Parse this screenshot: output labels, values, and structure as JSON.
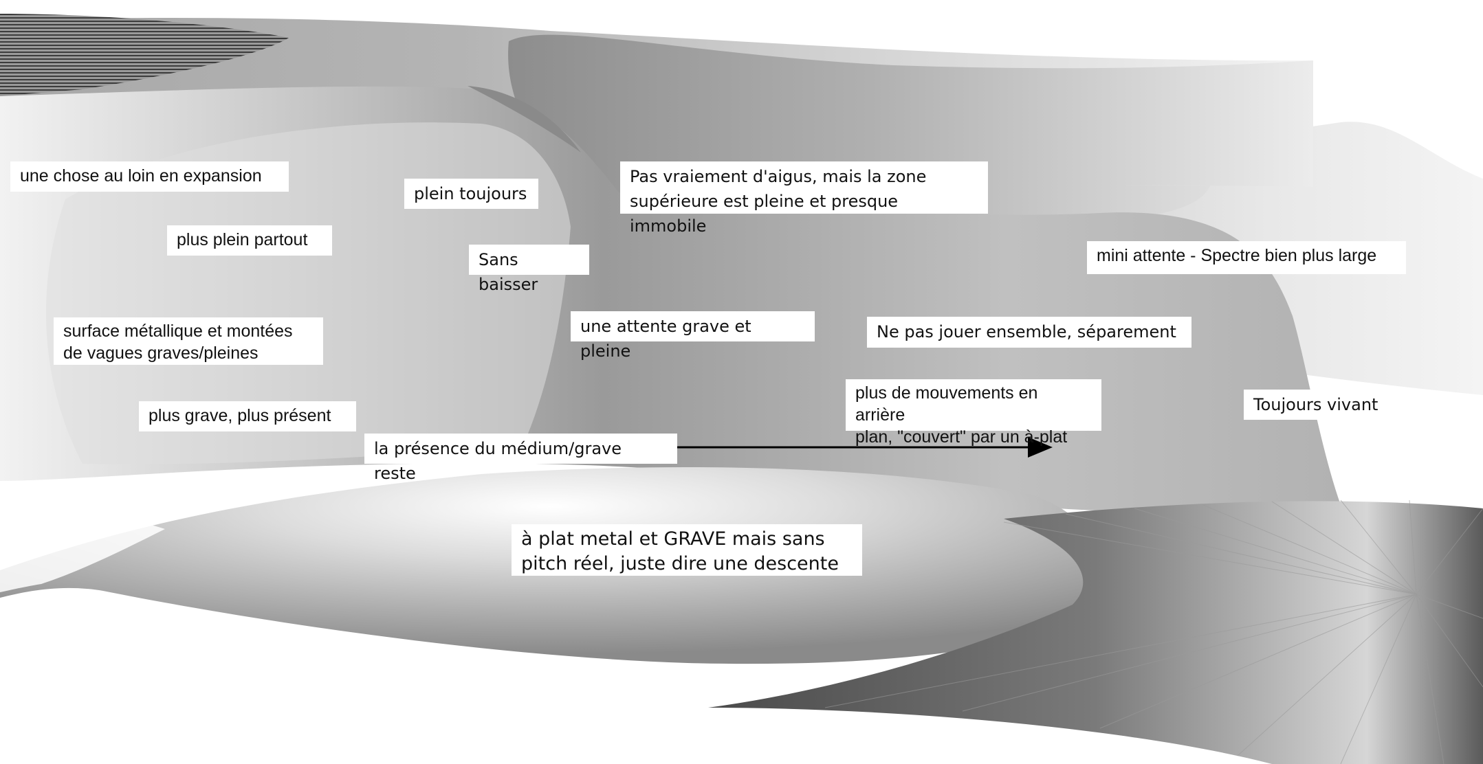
{
  "background_color": "#ffffff",
  "shape_colors": {
    "light_gray": "#e6e6e6",
    "mid_gray": "#a6a6a6",
    "dark_gray": "#6e6e6e"
  },
  "labels": {
    "expansion": "une chose au loin en expansion",
    "plein_toujours": "plein toujours",
    "pas_aigus": "Pas vraiement d'aigus, mais la zone\nsupérieure est pleine et presque immobile",
    "plus_plein": "plus plein partout",
    "sans_baisser": "Sans baisser",
    "mini_attente": "mini attente - Spectre bien plus large",
    "surface": "surface métallique et montées\nde vagues graves/pleines",
    "attente_grave": "une attente grave et pleine",
    "ne_pas_jouer": "Ne pas jouer ensemble, séparement",
    "mouvements": "plus de mouvements en arrière\nplan, \"couvert\" par un à-plat",
    "toujours_vivant": "Toujours vivant",
    "plus_grave": "plus grave, plus présent",
    "presence_medium": "la présence du médium/grave reste",
    "a_plat": "à plat metal et GRAVE mais sans\npitch réel, juste dire une descente"
  }
}
